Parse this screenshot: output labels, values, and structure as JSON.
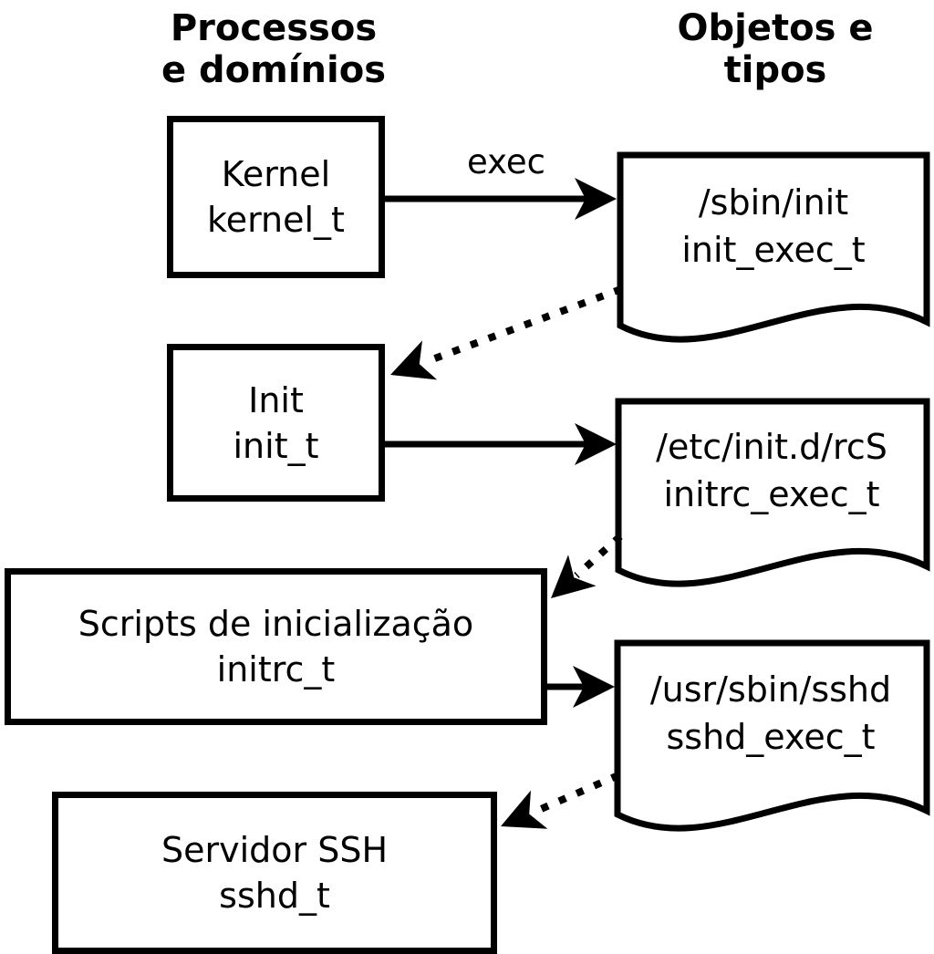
{
  "diagram": {
    "column_headers": {
      "left": {
        "line1": "Processos",
        "line2": "e domínios"
      },
      "right": {
        "line1": "Objetos e",
        "line2": "tipos"
      }
    },
    "process_boxes": [
      {
        "label": "Kernel",
        "type": "kernel_t"
      },
      {
        "label": "Init",
        "type": "init_t"
      },
      {
        "label": "Scripts de inicialização",
        "type": "initrc_t"
      },
      {
        "label": "Servidor SSH",
        "type": "sshd_t"
      }
    ],
    "object_docs": [
      {
        "label": "/sbin/init",
        "type": "init_exec_t"
      },
      {
        "label": "/etc/init.d/rcS",
        "type": "initrc_exec_t"
      },
      {
        "label": "/usr/sbin/sshd",
        "type": "sshd_exec_t"
      }
    ],
    "arrow_labels": {
      "exec": "exec"
    },
    "colors": {
      "stroke": "#000000",
      "fill": "#ffffff"
    }
  }
}
